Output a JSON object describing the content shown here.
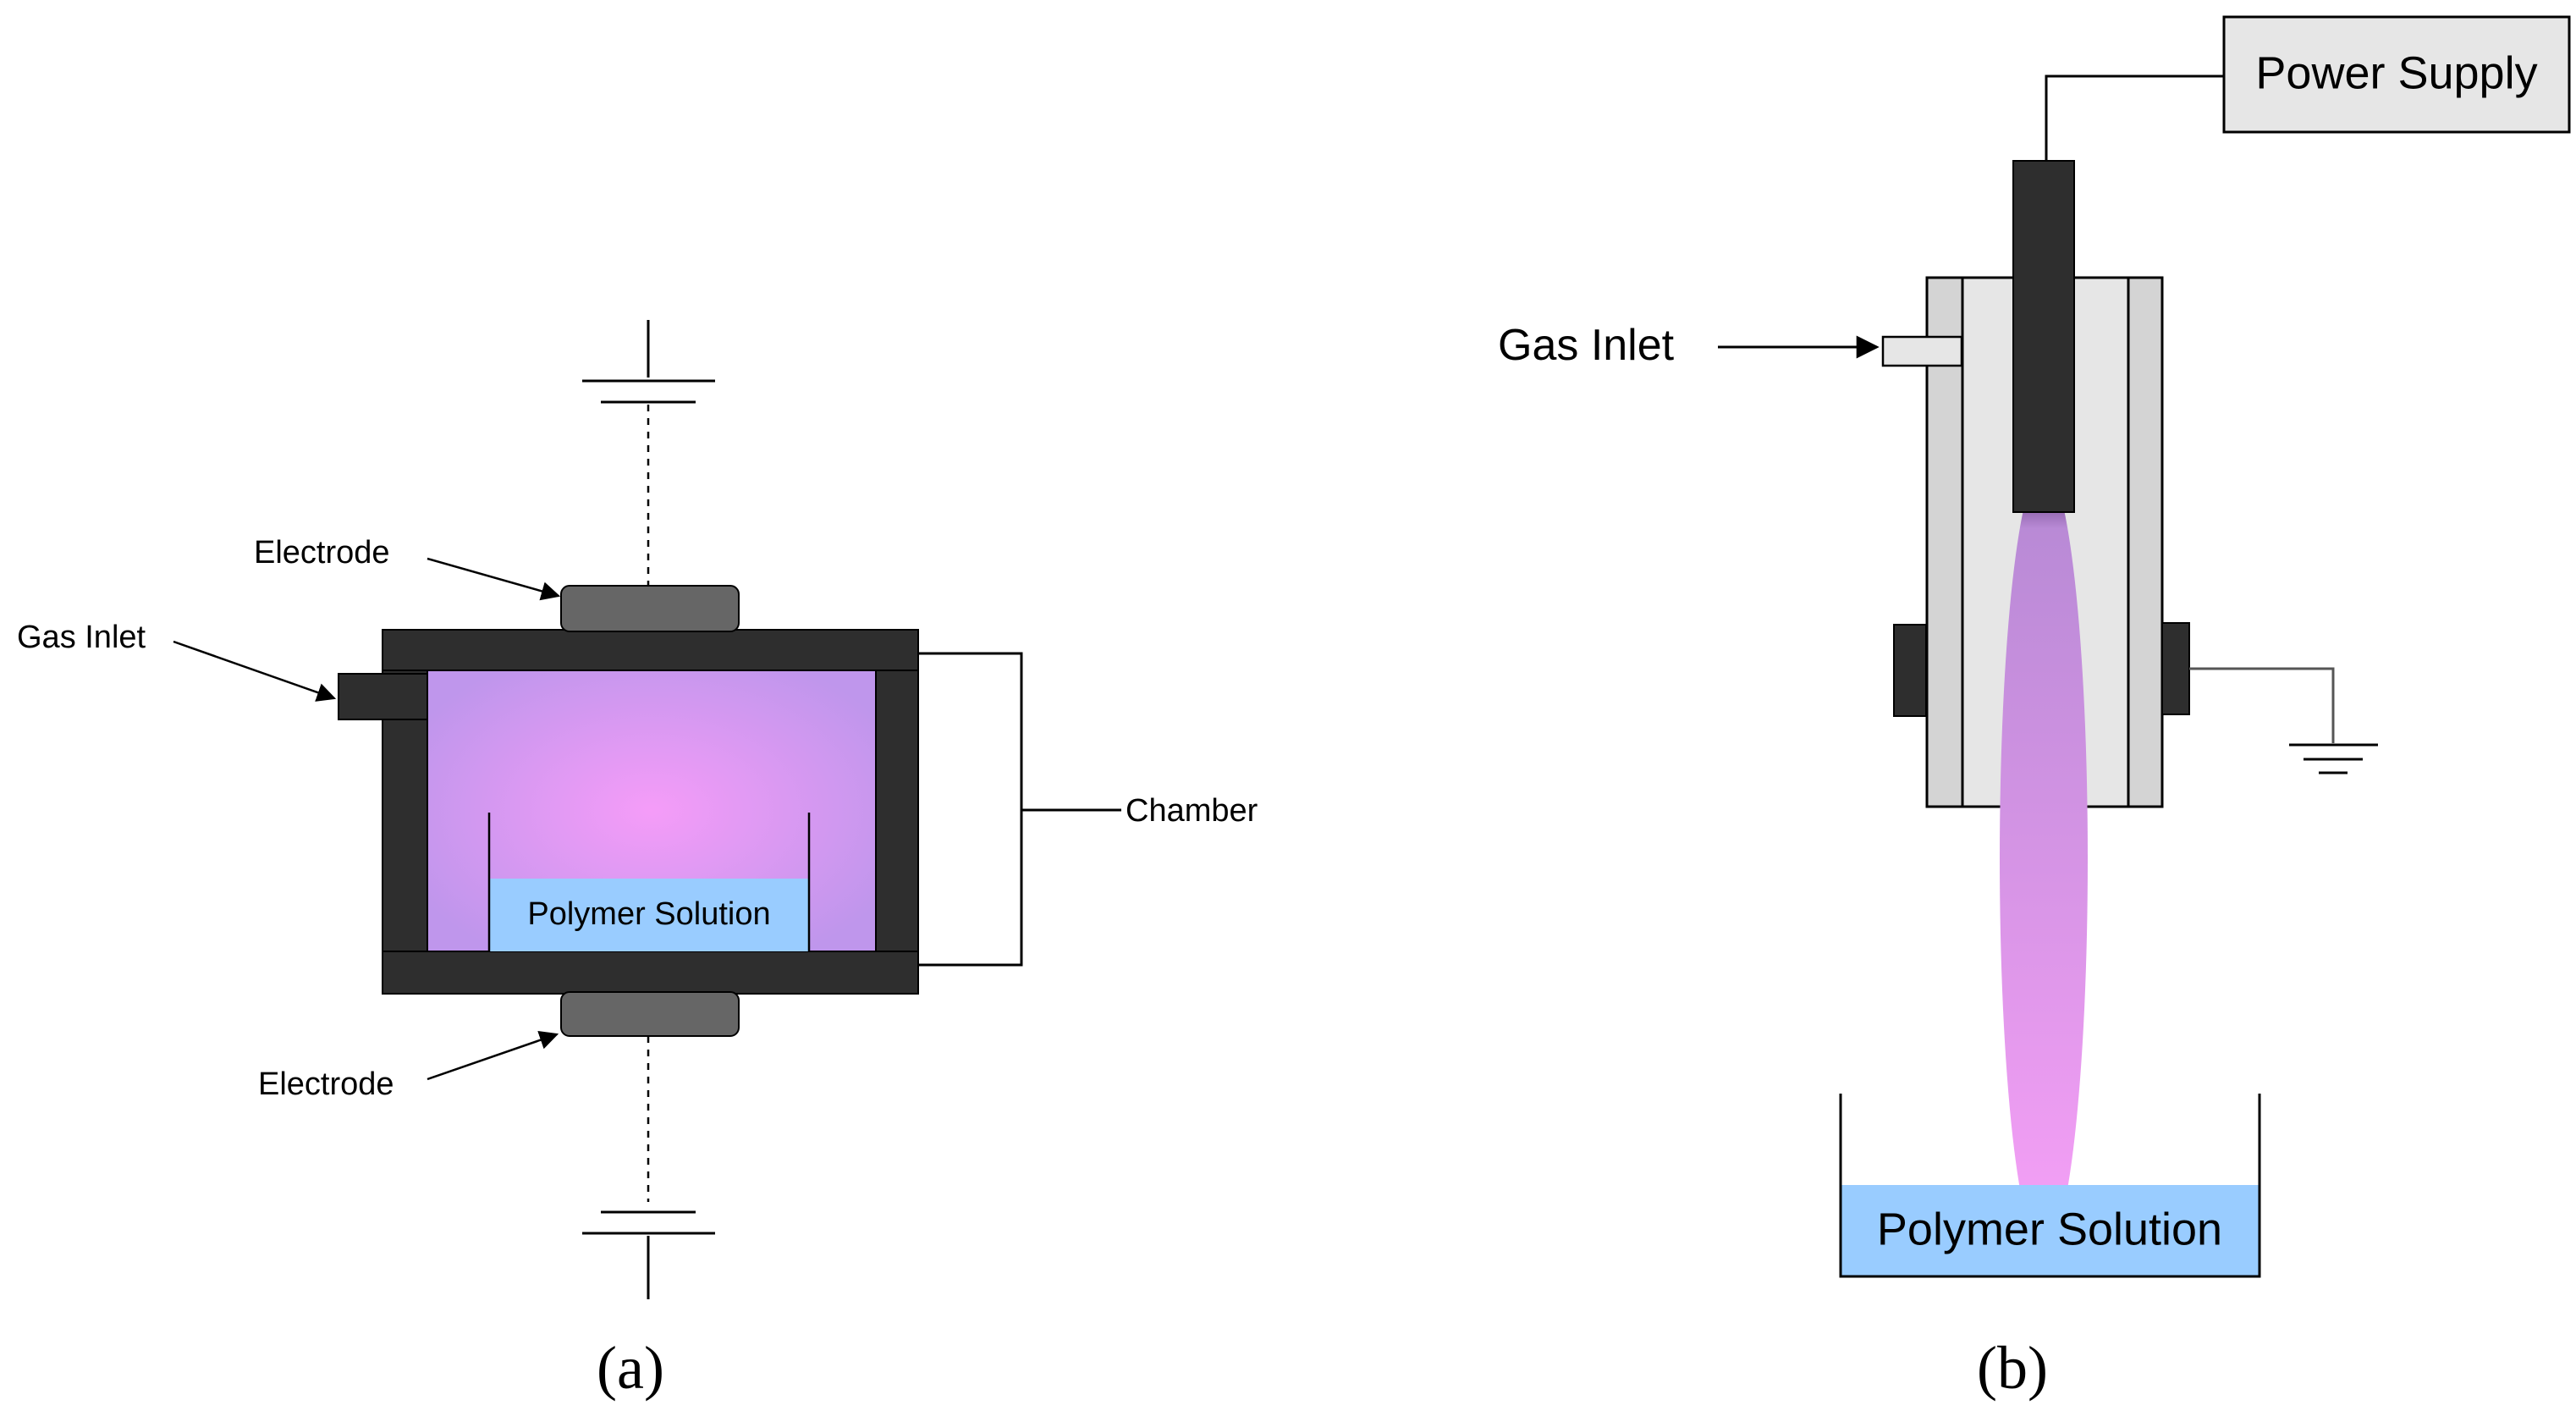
{
  "panel_a": {
    "labels": {
      "electrode_top": "Electrode",
      "electrode_bottom": "Electrode",
      "gas_inlet": "Gas Inlet",
      "chamber": "Chamber",
      "polymer_solution": "Polymer Solution"
    },
    "caption": "(a)"
  },
  "panel_b": {
    "labels": {
      "power_supply": "Power Supply",
      "gas_inlet": "Gas Inlet",
      "polymer_solution": "Polymer Solution"
    },
    "caption": "(b)"
  },
  "colors": {
    "wall": "#2e2e2e",
    "electrode": "#666666",
    "plasma_center": "#f59cf8",
    "plasma_edge": "#bf96ec",
    "solution": "#99ccff",
    "tube": "#e6e6e6",
    "power_box": "#e6e6e6"
  }
}
